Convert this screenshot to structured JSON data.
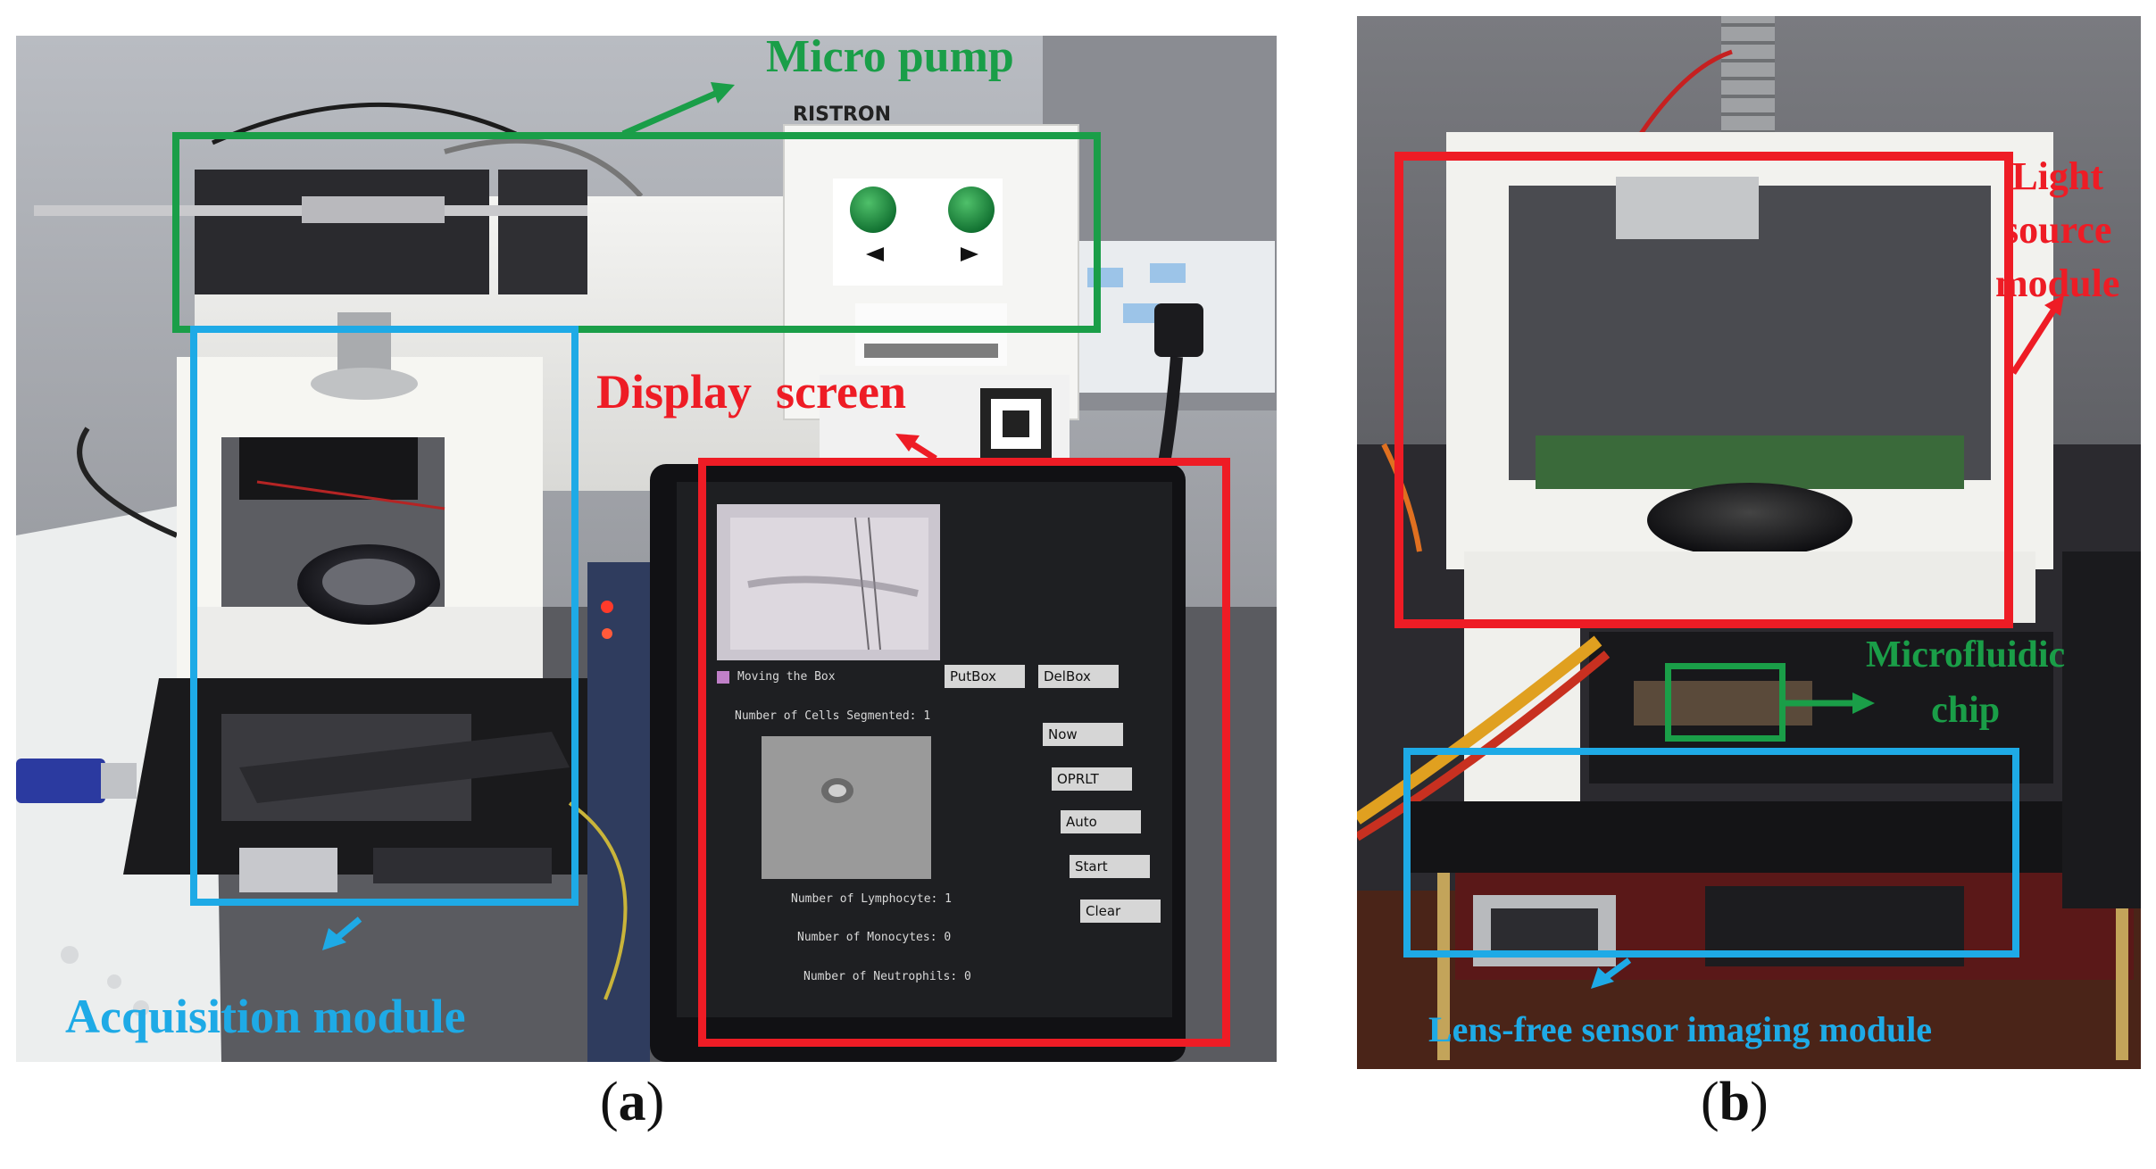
{
  "panel_a": {
    "labels": {
      "micro_pump": "Micro pump",
      "display_screen": "Display  screen",
      "acquisition_module": "Acquisition module"
    },
    "device_brand": "RISTRON",
    "screen": {
      "checkbox_label": "Moving the Box",
      "buttons": [
        "PutBox",
        "DelBox",
        "Now",
        "OPRLT",
        "Auto",
        "Start",
        "Clear"
      ],
      "cells_segmented": "Number of Cells Segmented: 1",
      "lymphocyte": "Number of Lymphocyte: 1",
      "monocytes": "Number of Monocytes: 0",
      "neutrophils": "Number of Neutrophils: 0"
    },
    "caption_letter": "a"
  },
  "panel_b": {
    "labels": {
      "light_source": "Light\nsource\nmodule",
      "microfluidic": "Microfluidic\nchip",
      "lens_free": "Lens-free sensor imaging module"
    },
    "caption_letter": "b"
  },
  "colors": {
    "green": "#1a9e48",
    "red": "#ee1c25",
    "blue": "#1eaae6"
  }
}
